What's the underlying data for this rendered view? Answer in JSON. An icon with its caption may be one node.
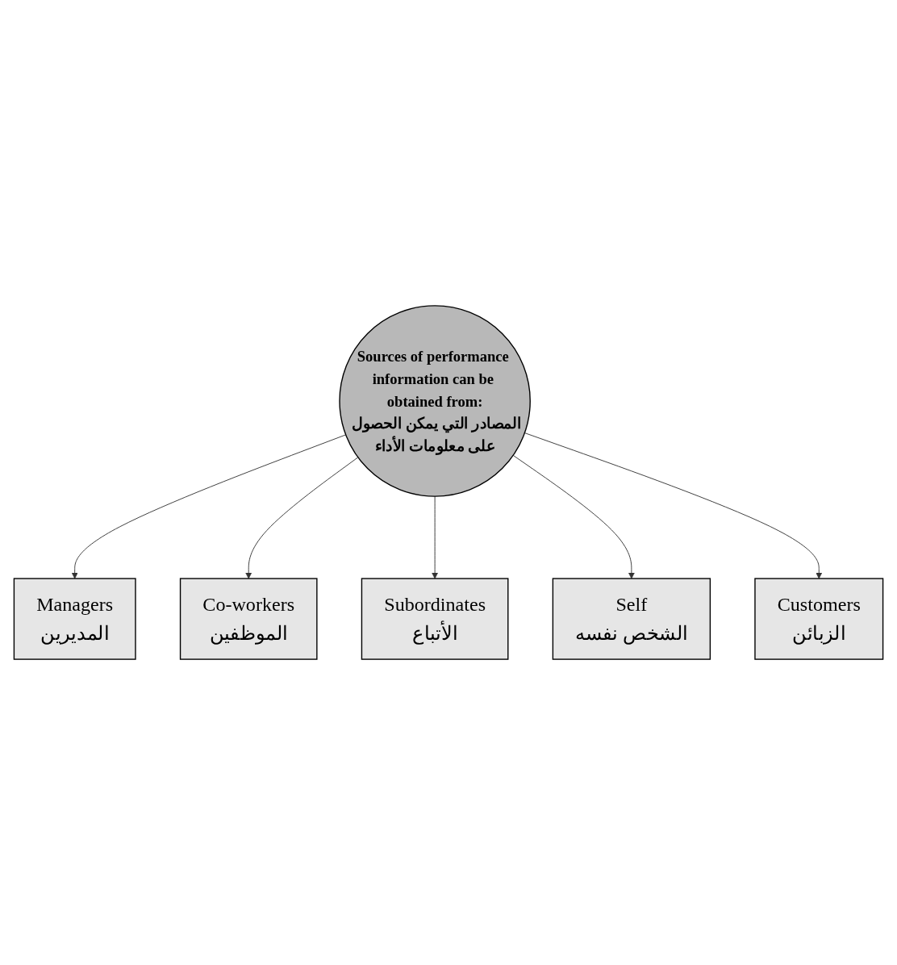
{
  "diagram": {
    "nodes": [
      {
        "text": [
          "Managers",
          "المديرين"
        ]
      },
      {
        "text": [
          "Co-workers",
          "الموظفين"
        ]
      },
      {
        "text": [
          "Subordinates",
          "الأتباع"
        ]
      },
      {
        "text": [
          "Sources of performance information can be obtained from:",
          "المصادر التي يمكن الحصول على معلومات الأداء"
        ]
      },
      {
        "text": [
          "Self",
          "الشخص نفسه"
        ]
      },
      {
        "text": [
          "Customers",
          "الزبائن"
        ]
      }
    ],
    "edges": [
      {
        "from": 3,
        "to": 0,
        "arrow": "to"
      },
      {
        "from": 3,
        "to": 1,
        "arrow": "to"
      },
      {
        "from": 3,
        "to": 2,
        "arrow": "to"
      },
      {
        "from": 3,
        "to": 4,
        "arrow": "to"
      },
      {
        "from": 3,
        "to": 5,
        "arrow": "to"
      }
    ]
  }
}
